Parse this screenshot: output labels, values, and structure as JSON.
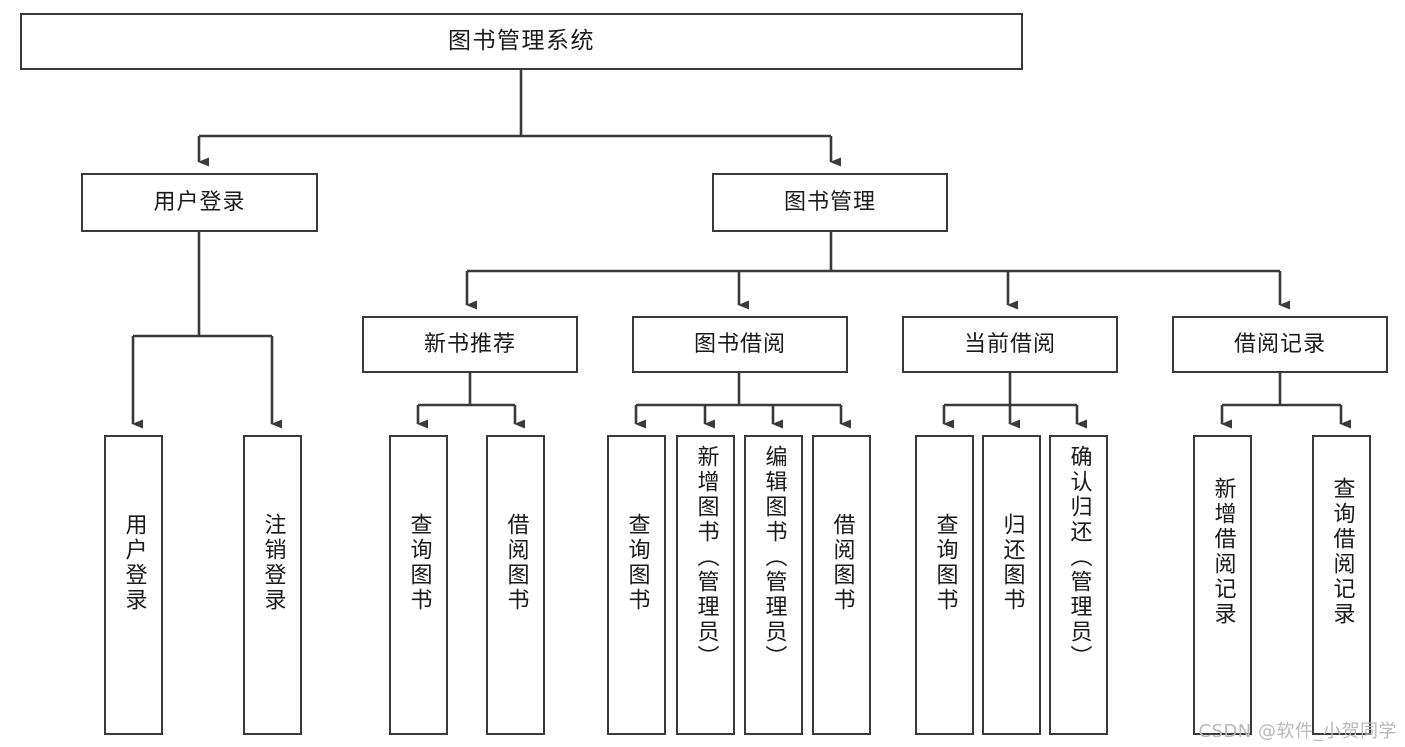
{
  "diagram": {
    "type": "tree-hierarchy",
    "title": "图书管理系统",
    "orientation": "top-down",
    "colors": {
      "box_stroke": "#3a3a3a",
      "box_fill": "#ffffff",
      "connector": "#3a3a3a",
      "text": "#1a1a1a",
      "watermark": "#b9b9b9",
      "background": "#ffffff"
    },
    "levels": {
      "root": {
        "label": "图书管理系统"
      },
      "level2": [
        {
          "id": "user-login",
          "label": "用户登录"
        },
        {
          "id": "book-management",
          "label": "图书管理"
        }
      ],
      "level3": [
        {
          "id": "new-book-recommend",
          "label": "新书推荐",
          "parent": "book-management"
        },
        {
          "id": "book-borrow",
          "label": "图书借阅",
          "parent": "book-management"
        },
        {
          "id": "current-borrow",
          "label": "当前借阅",
          "parent": "book-management"
        },
        {
          "id": "borrow-record",
          "label": "借阅记录",
          "parent": "book-management"
        }
      ],
      "leaves": [
        {
          "id": "leaf-user-login",
          "label": "用户登录",
          "parent": "user-login"
        },
        {
          "id": "leaf-logout",
          "label": "注销登录",
          "parent": "user-login"
        },
        {
          "id": "leaf-query-book-1",
          "label": "查询图书",
          "parent": "new-book-recommend"
        },
        {
          "id": "leaf-borrow-book-1",
          "label": "借阅图书",
          "parent": "new-book-recommend"
        },
        {
          "id": "leaf-query-book-2",
          "label": "查询图书",
          "parent": "book-borrow"
        },
        {
          "id": "leaf-add-book",
          "label": "新增图书（管理员）",
          "parent": "book-borrow"
        },
        {
          "id": "leaf-edit-book",
          "label": "编辑图书（管理员）",
          "parent": "book-borrow"
        },
        {
          "id": "leaf-borrow-book-2",
          "label": "借阅图书",
          "parent": "book-borrow"
        },
        {
          "id": "leaf-query-book-3",
          "label": "查询图书",
          "parent": "current-borrow"
        },
        {
          "id": "leaf-return-book",
          "label": "归还图书",
          "parent": "current-borrow"
        },
        {
          "id": "leaf-confirm-return",
          "label": "确认归还（管理员）",
          "parent": "current-borrow"
        },
        {
          "id": "leaf-add-record",
          "label": "新增借阅记录",
          "parent": "borrow-record"
        },
        {
          "id": "leaf-query-record",
          "label": "查询借阅记录",
          "parent": "borrow-record"
        }
      ]
    }
  },
  "watermark": {
    "text": "CSDN @软件_小贺同学"
  }
}
